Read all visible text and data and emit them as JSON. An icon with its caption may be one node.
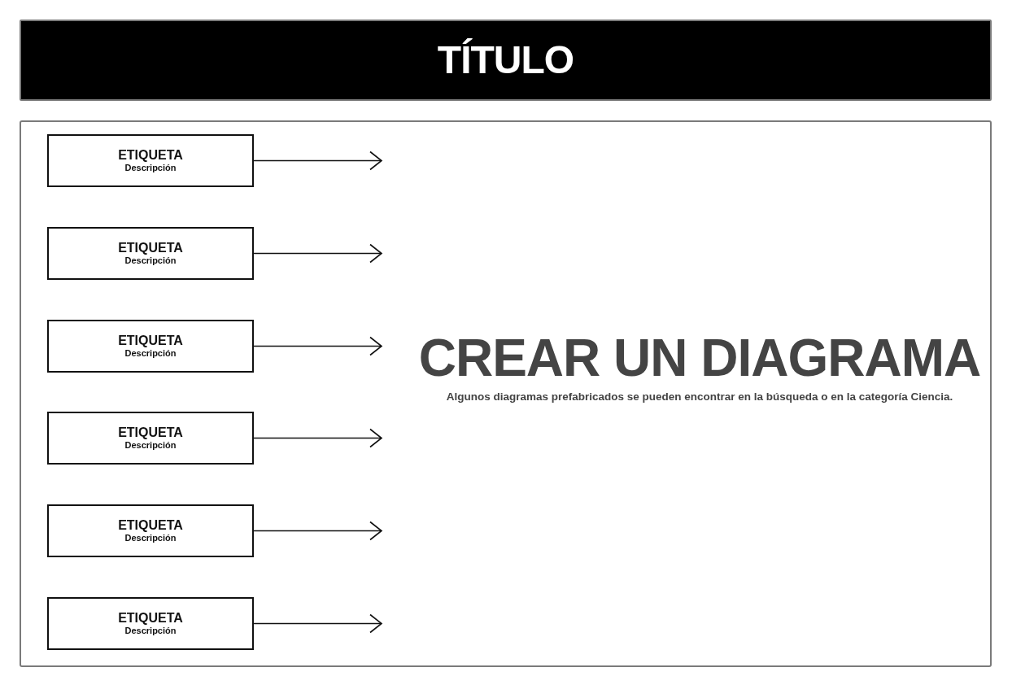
{
  "diagram": {
    "title": "TÍTULO",
    "nodes": [
      {
        "text": [
          "CREAR UN DIAGRAMA",
          "Algunos diagramas prefabricados se pueden encontrar en la búsqueda o en la categoría Ciencia."
        ]
      },
      {
        "text": [
          "ETIQUETA",
          "Descripción"
        ],
        "in": 0
      },
      {
        "text": [
          "ETIQUETA",
          "Descripción"
        ],
        "in": 0
      },
      {
        "text": [
          "ETIQUETA",
          "Descripción"
        ],
        "in": 0
      },
      {
        "text": [
          "ETIQUETA",
          "Descripción"
        ],
        "in": 0
      },
      {
        "text": [
          "ETIQUETA",
          "Descripción"
        ],
        "in": 0
      },
      {
        "text": [
          "ETIQUETA",
          "Descripción"
        ],
        "in": 0
      }
    ],
    "edges": [
      {
        "from": 1,
        "to": null,
        "arrow": "to"
      },
      {
        "from": 2,
        "to": null,
        "arrow": "to"
      },
      {
        "from": 3,
        "to": null,
        "arrow": "to"
      },
      {
        "from": 4,
        "to": null,
        "arrow": "to"
      },
      {
        "from": 5,
        "to": null,
        "arrow": "to"
      },
      {
        "from": 6,
        "to": null,
        "arrow": "to"
      }
    ]
  }
}
